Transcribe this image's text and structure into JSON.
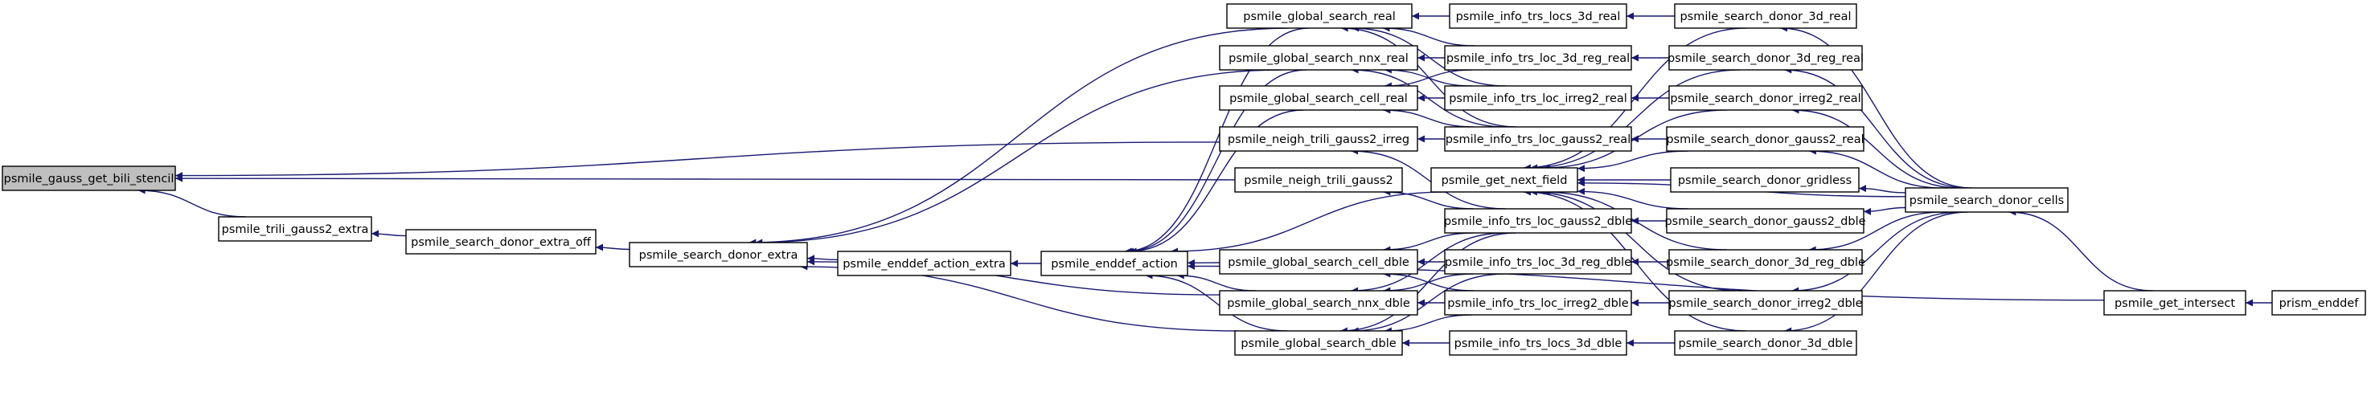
{
  "graph": {
    "edge_color": "#191970",
    "highlight_fill": "#bfbfbf",
    "nodes": [
      {
        "id": "gauss_bili",
        "label": "psmile_gauss_get_bili_stencil",
        "highlight": true
      },
      {
        "id": "trili_extra",
        "label": "psmile_trili_gauss2_extra"
      },
      {
        "id": "extra_off",
        "label": "psmile_search_donor_extra_off"
      },
      {
        "id": "donor_extra",
        "label": "psmile_search_donor_extra"
      },
      {
        "id": "enddef_extra",
        "label": "psmile_enddef_action_extra"
      },
      {
        "id": "enddef_action",
        "label": "psmile_enddef_action"
      },
      {
        "id": "gs_real",
        "label": "psmile_global_search_real"
      },
      {
        "id": "gs_nnx_real",
        "label": "psmile_global_search_nnx_real"
      },
      {
        "id": "gs_cell_real",
        "label": "psmile_global_search_cell_real"
      },
      {
        "id": "neigh_irreg",
        "label": "psmile_neigh_trili_gauss2_irreg"
      },
      {
        "id": "neigh_gauss2",
        "label": "psmile_neigh_trili_gauss2"
      },
      {
        "id": "get_next_field",
        "label": "psmile_get_next_field"
      },
      {
        "id": "gs_cell_dble",
        "label": "psmile_global_search_cell_dble"
      },
      {
        "id": "gs_nnx_dble",
        "label": "psmile_global_search_nnx_dble"
      },
      {
        "id": "gs_dble",
        "label": "psmile_global_search_dble"
      },
      {
        "id": "info_locs_3d_real",
        "label": "psmile_info_trs_locs_3d_real"
      },
      {
        "id": "info_loc_3d_reg_real",
        "label": "psmile_info_trs_loc_3d_reg_real"
      },
      {
        "id": "info_loc_irreg2_real",
        "label": "psmile_info_trs_loc_irreg2_real"
      },
      {
        "id": "info_loc_gauss2_real",
        "label": "psmile_info_trs_loc_gauss2_real"
      },
      {
        "id": "info_loc_gauss2_dble",
        "label": "psmile_info_trs_loc_gauss2_dble"
      },
      {
        "id": "info_loc_3d_reg_dble",
        "label": "psmile_info_trs_loc_3d_reg_dble"
      },
      {
        "id": "info_loc_irreg2_dble",
        "label": "psmile_info_trs_loc_irreg2_dble"
      },
      {
        "id": "info_locs_3d_dble",
        "label": "psmile_info_trs_locs_3d_dble"
      },
      {
        "id": "donor_3d_real",
        "label": "psmile_search_donor_3d_real"
      },
      {
        "id": "donor_3d_reg_real",
        "label": "psmile_search_donor_3d_reg_real"
      },
      {
        "id": "donor_irreg2_real",
        "label": "psmile_search_donor_irreg2_real"
      },
      {
        "id": "donor_gauss2_real",
        "label": "psmile_search_donor_gauss2_real"
      },
      {
        "id": "donor_gridless",
        "label": "psmile_search_donor_gridless"
      },
      {
        "id": "donor_gauss2_dble",
        "label": "psmile_search_donor_gauss2_dble"
      },
      {
        "id": "donor_3d_reg_dble",
        "label": "psmile_search_donor_3d_reg_dble"
      },
      {
        "id": "donor_irreg2_dble",
        "label": "psmile_search_donor_irreg2_dble"
      },
      {
        "id": "donor_3d_dble",
        "label": "psmile_search_donor_3d_dble"
      },
      {
        "id": "donor_cells",
        "label": "psmile_search_donor_cells"
      },
      {
        "id": "get_intersect",
        "label": "psmile_get_intersect"
      },
      {
        "id": "prism_enddef",
        "label": "prism_enddef"
      }
    ],
    "edges": [
      {
        "from": "trili_extra",
        "to": "gauss_bili"
      },
      {
        "from": "neigh_irreg",
        "to": "gauss_bili"
      },
      {
        "from": "neigh_gauss2",
        "to": "gauss_bili"
      },
      {
        "from": "extra_off",
        "to": "trili_extra"
      },
      {
        "from": "donor_extra",
        "to": "extra_off"
      },
      {
        "from": "gs_real",
        "to": "donor_extra"
      },
      {
        "from": "gs_nnx_real",
        "to": "donor_extra"
      },
      {
        "from": "enddef_extra",
        "to": "donor_extra"
      },
      {
        "from": "gs_nnx_dble",
        "to": "donor_extra"
      },
      {
        "from": "gs_dble",
        "to": "donor_extra"
      },
      {
        "from": "enddef_action",
        "to": "enddef_extra"
      },
      {
        "from": "gs_real",
        "to": "enddef_action"
      },
      {
        "from": "gs_nnx_real",
        "to": "enddef_action"
      },
      {
        "from": "gs_cell_real",
        "to": "enddef_action"
      },
      {
        "from": "get_next_field",
        "to": "enddef_action"
      },
      {
        "from": "gs_cell_dble",
        "to": "enddef_action"
      },
      {
        "from": "gs_nnx_dble",
        "to": "enddef_action"
      },
      {
        "from": "gs_dble",
        "to": "enddef_action"
      },
      {
        "from": "get_intersect",
        "to": "enddef_action"
      },
      {
        "from": "info_locs_3d_real",
        "to": "gs_real"
      },
      {
        "from": "info_loc_3d_reg_real",
        "to": "gs_real"
      },
      {
        "from": "info_loc_irreg2_real",
        "to": "gs_real"
      },
      {
        "from": "info_loc_gauss2_real",
        "to": "gs_real"
      },
      {
        "from": "info_loc_3d_reg_real",
        "to": "gs_nnx_real"
      },
      {
        "from": "info_loc_irreg2_real",
        "to": "gs_nnx_real"
      },
      {
        "from": "info_loc_gauss2_real",
        "to": "gs_nnx_real"
      },
      {
        "from": "info_loc_3d_reg_real",
        "to": "gs_cell_real"
      },
      {
        "from": "info_loc_irreg2_real",
        "to": "gs_cell_real"
      },
      {
        "from": "info_loc_gauss2_real",
        "to": "gs_cell_real"
      },
      {
        "from": "info_loc_gauss2_real",
        "to": "neigh_irreg"
      },
      {
        "from": "info_loc_gauss2_dble",
        "to": "neigh_irreg"
      },
      {
        "from": "info_loc_gauss2_dble",
        "to": "neigh_gauss2"
      },
      {
        "from": "info_loc_gauss2_dble",
        "to": "gs_cell_dble"
      },
      {
        "from": "info_loc_3d_reg_dble",
        "to": "gs_cell_dble"
      },
      {
        "from": "info_loc_irreg2_dble",
        "to": "gs_cell_dble"
      },
      {
        "from": "info_loc_gauss2_dble",
        "to": "gs_nnx_dble"
      },
      {
        "from": "info_loc_3d_reg_dble",
        "to": "gs_nnx_dble"
      },
      {
        "from": "info_loc_irreg2_dble",
        "to": "gs_nnx_dble"
      },
      {
        "from": "info_loc_gauss2_dble",
        "to": "gs_dble"
      },
      {
        "from": "info_loc_3d_reg_dble",
        "to": "gs_dble"
      },
      {
        "from": "info_loc_irreg2_dble",
        "to": "gs_dble"
      },
      {
        "from": "info_locs_3d_dble",
        "to": "gs_dble"
      },
      {
        "from": "donor_3d_real",
        "to": "info_locs_3d_real"
      },
      {
        "from": "donor_3d_reg_real",
        "to": "info_loc_3d_reg_real"
      },
      {
        "from": "donor_irreg2_real",
        "to": "info_loc_irreg2_real"
      },
      {
        "from": "donor_gauss2_real",
        "to": "info_loc_gauss2_real"
      },
      {
        "from": "donor_gauss2_dble",
        "to": "info_loc_gauss2_dble"
      },
      {
        "from": "donor_3d_reg_dble",
        "to": "info_loc_3d_reg_dble"
      },
      {
        "from": "donor_irreg2_dble",
        "to": "info_loc_irreg2_dble"
      },
      {
        "from": "donor_3d_dble",
        "to": "info_locs_3d_dble"
      },
      {
        "from": "donor_3d_real",
        "to": "get_next_field"
      },
      {
        "from": "donor_3d_reg_real",
        "to": "get_next_field"
      },
      {
        "from": "donor_irreg2_real",
        "to": "get_next_field"
      },
      {
        "from": "donor_gauss2_real",
        "to": "get_next_field"
      },
      {
        "from": "donor_gridless",
        "to": "get_next_field"
      },
      {
        "from": "donor_gauss2_dble",
        "to": "get_next_field"
      },
      {
        "from": "donor_3d_reg_dble",
        "to": "get_next_field"
      },
      {
        "from": "donor_irreg2_dble",
        "to": "get_next_field"
      },
      {
        "from": "donor_3d_dble",
        "to": "get_next_field"
      },
      {
        "from": "donor_cells",
        "to": "get_next_field"
      },
      {
        "from": "donor_cells",
        "to": "donor_3d_real"
      },
      {
        "from": "donor_cells",
        "to": "donor_3d_reg_real"
      },
      {
        "from": "donor_cells",
        "to": "donor_irreg2_real"
      },
      {
        "from": "donor_cells",
        "to": "donor_gauss2_real"
      },
      {
        "from": "donor_cells",
        "to": "donor_gridless"
      },
      {
        "from": "donor_cells",
        "to": "donor_gauss2_dble"
      },
      {
        "from": "donor_cells",
        "to": "donor_3d_reg_dble"
      },
      {
        "from": "donor_cells",
        "to": "donor_irreg2_dble"
      },
      {
        "from": "donor_cells",
        "to": "donor_3d_dble"
      },
      {
        "from": "get_intersect",
        "to": "donor_cells"
      },
      {
        "from": "prism_enddef",
        "to": "get_intersect"
      }
    ]
  }
}
